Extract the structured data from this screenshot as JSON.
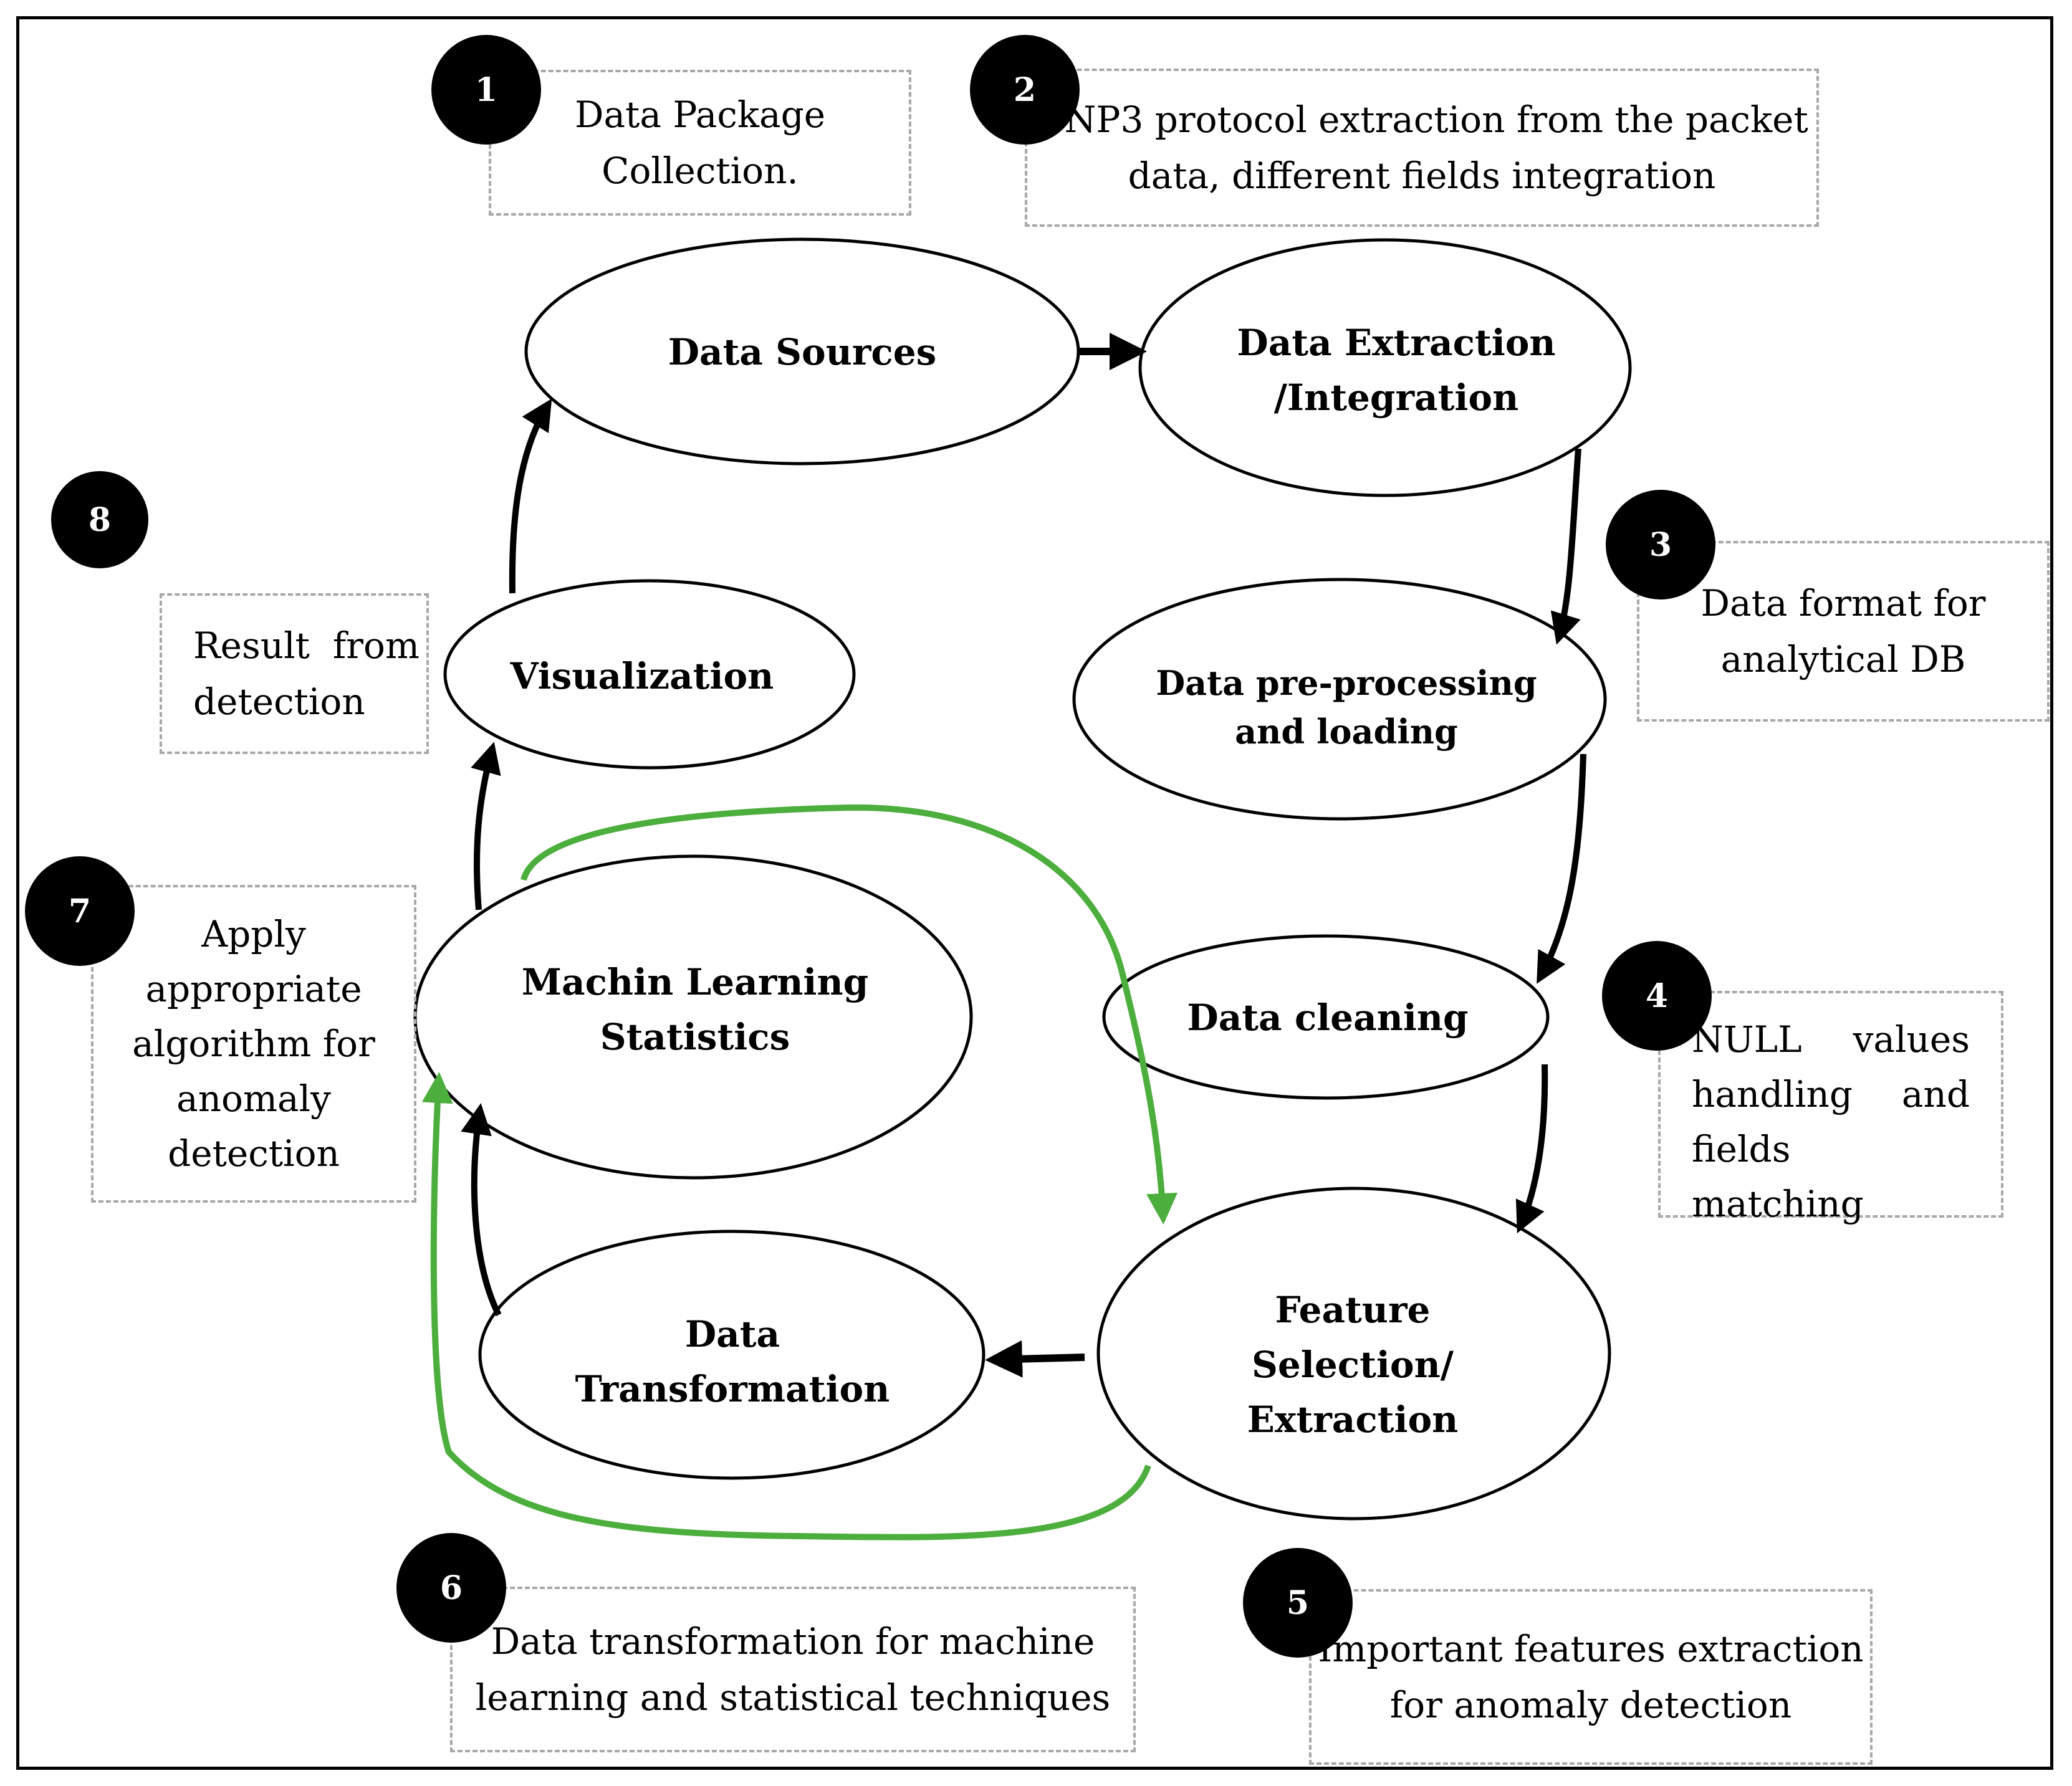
{
  "nodes": {
    "data_sources": "Data Sources",
    "data_extraction": "Data Extraction\n/Integration",
    "data_preprocessing": "Data pre-processing\nand loading",
    "data_cleaning": "Data cleaning",
    "feature_selection": "Feature\nSelection/\nExtraction",
    "data_transformation": "Data\nTransformation",
    "machine_learning": "Machin Learning\nStatistics",
    "visualization": "Visualization"
  },
  "steps": {
    "s1": {
      "number": "1",
      "note": "Data Package\nCollection."
    },
    "s2": {
      "number": "2",
      "note": "DNP3 protocol extraction from the packet\ndata, different fields integration"
    },
    "s3": {
      "number": "3",
      "note": "Data format for\nanalytical DB"
    },
    "s4": {
      "number": "4",
      "note": "NULL values handling and fields matching"
    },
    "s5": {
      "number": "5",
      "note": "Important features extraction\nfor anomaly detection"
    },
    "s6": {
      "number": "6",
      "note": "Data transformation for machine\nlearning and statistical techniques"
    },
    "s7": {
      "number": "7",
      "note": "Apply\nappropriate\nalgorithm for\nanomaly\ndetection"
    },
    "s8": {
      "number": "8",
      "note": "Result  from\ndetection"
    }
  },
  "colors": {
    "flow_arrow": "#000000",
    "feedback_arrow": "#4cae3c",
    "note_border": "#a8a8a8"
  }
}
